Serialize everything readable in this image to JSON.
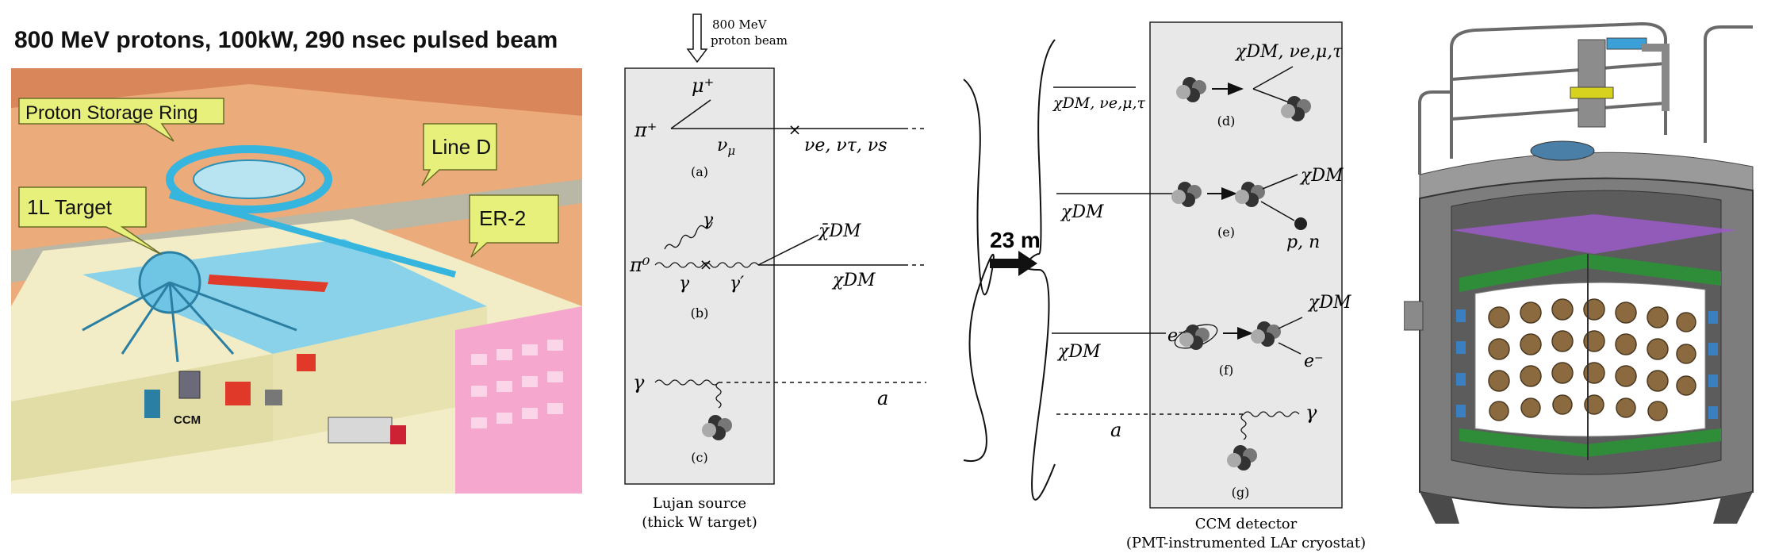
{
  "header": {
    "title": "800 MeV protons, 100kW, 290 nsec pulsed beam"
  },
  "facility": {
    "callouts": {
      "psr": "Proton Storage Ring",
      "lined": "Line D",
      "target": "1L Target",
      "er2": "ER-2"
    },
    "ccm_label": "CCM"
  },
  "diagram": {
    "beam_label": [
      "800 MeV",
      "proton beam"
    ],
    "distance": "23 m",
    "source_caption": [
      "Lujan source",
      "(thick W target)"
    ],
    "detector_caption": [
      "CCM detector",
      "(PMT-instrumented LAr cryostat)"
    ],
    "panels": {
      "a": "(a)",
      "b": "(b)",
      "c": "(c)",
      "d": "(d)",
      "e": "(e)",
      "f": "(f)",
      "g": "(g)"
    },
    "labels": {
      "pi_plus": "π⁺",
      "mu_plus": "μ⁺",
      "nu_mu": "ν",
      "nu_mu_sub": "μ",
      "nu_list": "νe, ντ, νs",
      "pi_zero": "π⁰",
      "gamma": "γ",
      "gamma_prime": "γ′",
      "chi_bar": "χ̄DM",
      "chi": "χDM",
      "axion": "a",
      "d_in": "χDM, νe,μ,τ",
      "d_out": "χDM, νe,μ,τ",
      "e_in": "χDM",
      "e_out": "χDM",
      "e_pn": "p, n",
      "f_in": "χDM",
      "f_e": "e⁻",
      "f_out": "χDM",
      "f_eout": "e⁻",
      "g_a": "a",
      "g_gamma": "γ"
    }
  },
  "colors": {
    "panel_fill": "#e8e8e8",
    "callout_fill": "#e6f07a",
    "ground": "#e9a876",
    "building": "#f3efc8",
    "water_cyan": "#36b5df",
    "pink_building": "#f7a9cf",
    "purple_plane": "#9b59c9",
    "green_frame": "#2f8d3a",
    "pmt_tan": "#8a6a3e"
  }
}
